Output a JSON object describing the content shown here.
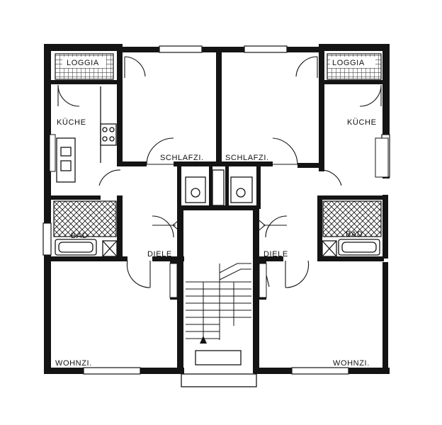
{
  "floor_plan": {
    "labels": {
      "loggia_left": "LOGGIA",
      "loggia_right": "LOGGIA",
      "kueche_left": "KÜCHE",
      "kueche_right": "KÜCHE",
      "schlafzi_left": "SCHLAFZI.",
      "schlafzi_right": "SCHLAFZI.",
      "bad_left": "BAD",
      "bad_right": "BAD",
      "diele_left": "DIELE",
      "diele_right": "DIELE",
      "wohnzi_left": "WOHNZI.",
      "wohnzi_right": "WOHNZI."
    }
  }
}
